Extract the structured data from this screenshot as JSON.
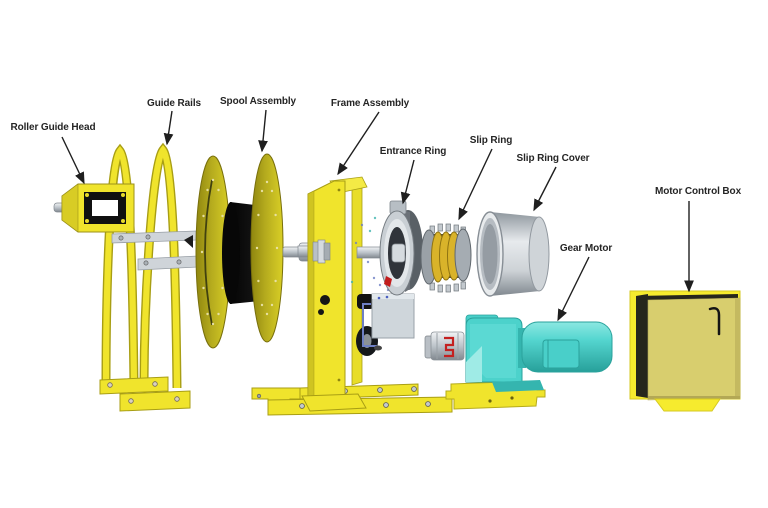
{
  "background": "#ffffff",
  "diagram": {
    "type": "exploded-view-parts-diagram",
    "parts": {
      "roller_guide_head": {
        "label": "Roller Guide Head"
      },
      "guide_rails": {
        "label": "Guide Rails"
      },
      "spool_assembly": {
        "label": "Spool Assembly"
      },
      "frame_assembly": {
        "label": "Frame Assembly"
      },
      "entrance_ring": {
        "label": "Entrance Ring"
      },
      "slip_ring": {
        "label": "Slip Ring"
      },
      "slip_ring_cover": {
        "label": "Slip Ring Cover"
      },
      "gear_motor": {
        "label": "Gear Motor"
      },
      "motor_control_box": {
        "label": "Motor Control Box"
      }
    },
    "colors": {
      "canvas": "#ffffff",
      "machine_yellow": "#f0e42c",
      "machine_yellow_dark": "#a89e14",
      "disc_olive": "#b5ab1e",
      "drum_black": "#101010",
      "steel_gray": "#cfd4d9",
      "slip_ring_gold": "#d9b32a",
      "motor_teal": "#4cd2cb",
      "control_box_face": "#d8ce6e",
      "arrow_black": "#1f1f1f",
      "label_text": "#252525"
    }
  }
}
